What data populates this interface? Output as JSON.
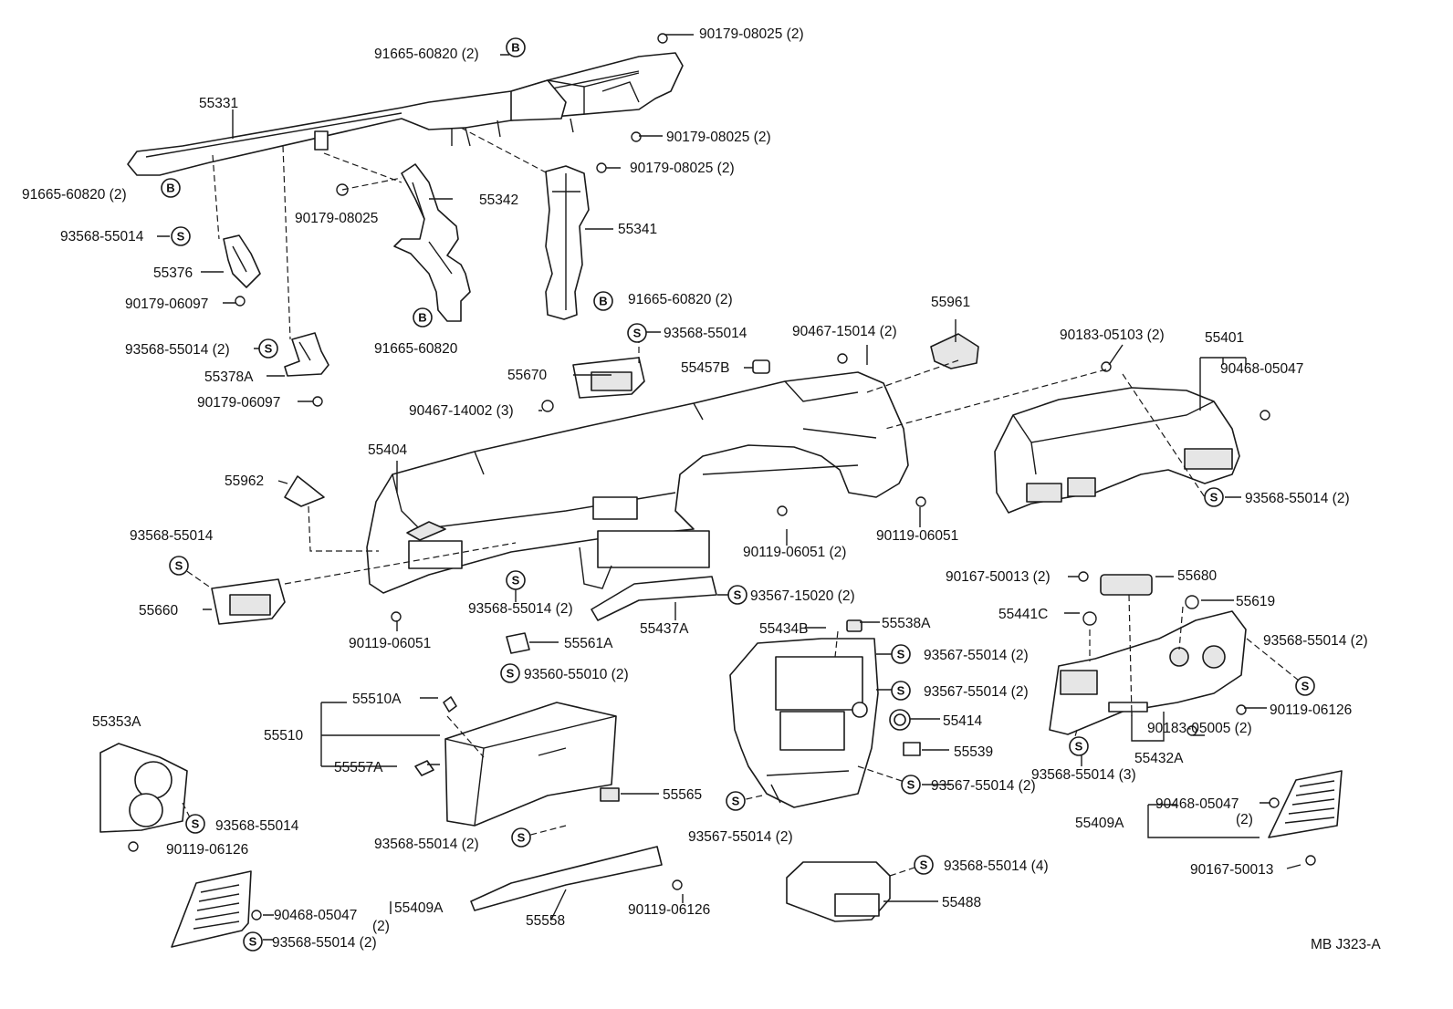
{
  "drawing_code": "MB J323-A",
  "symbols": {
    "bolt": "B",
    "screw": "S"
  },
  "labels": {
    "p55331": "55331",
    "p91665_60820_2_top": "91665-60820 (2)",
    "p90179_08025_2_a": "90179-08025 (2)",
    "p90179_08025_2_b": "90179-08025 (2)",
    "p90179_08025_2_c": "90179-08025 (2)",
    "p91665_60820_2_left": "91665-60820 (2)",
    "p55342": "55342",
    "p90179_08025": "90179-08025",
    "p55341": "55341",
    "p93568_55014_a": "93568-55014",
    "p55376": "55376",
    "p90179_06097_a": "90179-06097",
    "p91665_60820_2_right": "91665-60820 (2)",
    "p91665_60820": "91665-60820",
    "p93568_55014_2_a": "93568-55014 (2)",
    "p55378A": "55378A",
    "p90179_06097_b": "90179-06097",
    "p93568_55014_b": "93568-55014",
    "p55670": "55670",
    "p90467_15014_2": "90467-15014 (2)",
    "p55961": "55961",
    "p90183_05103_2": "90183-05103 (2)",
    "p55401": "55401",
    "p90468_05047_a": "90468-05047",
    "p55457B": "55457B",
    "p90467_14002_3": "90467-14002 (3)",
    "p55404": "55404",
    "p55962": "55962",
    "p93568_55014_2_b": "93568-55014 (2)",
    "p93568_55014_c": "93568-55014",
    "p90119_06051_2": "90119-06051 (2)",
    "p90119_06051_a": "90119-06051",
    "p55660": "55660",
    "p93568_55014_2_c": "93568-55014 (2)",
    "p93567_15020_2": "93567-15020 (2)",
    "p55437A": "55437A",
    "p90119_06051_b": "90119-06051",
    "p55561A": "55561A",
    "p93560_55010_2": "93560-55010 (2)",
    "p90167_50013_2": "90167-50013 (2)",
    "p55680": "55680",
    "p55441C": "55441C",
    "p55619": "55619",
    "p93568_55014_2_d": "93568-55014 (2)",
    "p55434B": "55434B",
    "p55538A": "55538A",
    "p93567_55014_2_a": "93567-55014 (2)",
    "p93567_55014_2_b": "93567-55014 (2)",
    "p55414": "55414",
    "p90119_06126_a": "90119-06126",
    "p90183_05005_2": "90183-05005 (2)",
    "p55539": "55539",
    "p55432A": "55432A",
    "p93568_55014_3": "93568-55014 (3)",
    "p93567_55014_2_c": "93567-55014 (2)",
    "p55353A": "55353A",
    "p55510A": "55510A",
    "p55510": "55510",
    "p55557A": "55557A",
    "p55565": "55565",
    "p93568_55014_d": "93568-55014",
    "p90119_06126_b": "90119-06126",
    "p93568_55014_2_e": "93568-55014 (2)",
    "p93567_55014_2_d": "93567-55014 (2)",
    "p90468_05047_b": "90468-05047",
    "p2_a": "(2)",
    "p55409A_right": "55409A",
    "p90167_50013": "90167-50013",
    "p93568_55014_4": "93568-55014 (4)",
    "p55488": "55488",
    "p90119_06126_c": "90119-06126",
    "p55558": "55558",
    "p90468_05047_c": "90468-05047",
    "p2_b": "(2)",
    "p55409A_left": "55409A",
    "p93568_55014_2_f": "93568-55014 (2)"
  }
}
